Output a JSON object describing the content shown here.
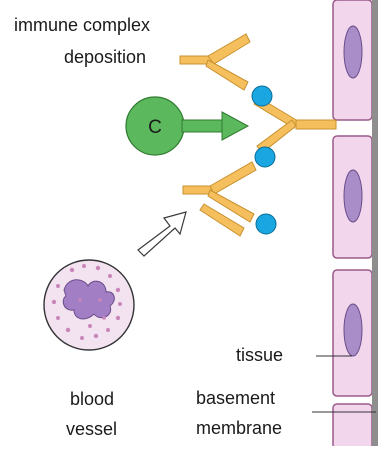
{
  "labels": {
    "title_line1": "immune complex",
    "title_line2": "deposition",
    "complement_letter": "C",
    "tissue": "tissue",
    "blood_line1": "blood",
    "blood_line2": "vessel",
    "basement_line1": "basement",
    "basement_line2": "membrane"
  },
  "colors": {
    "antibody": "#f5bf5e",
    "antibody_stroke": "#c9922f",
    "antigen": "#1aa6e0",
    "complement": "#5cb85c",
    "tissue_cell": "#f1d6ec",
    "cell_border": "#9b5a8a",
    "nucleus": "#a98dc8",
    "neutrophil_granule": "#c987b9",
    "neutrophil_nucleus": "#a27fc4",
    "basement_membrane": "#8e8e8e"
  }
}
